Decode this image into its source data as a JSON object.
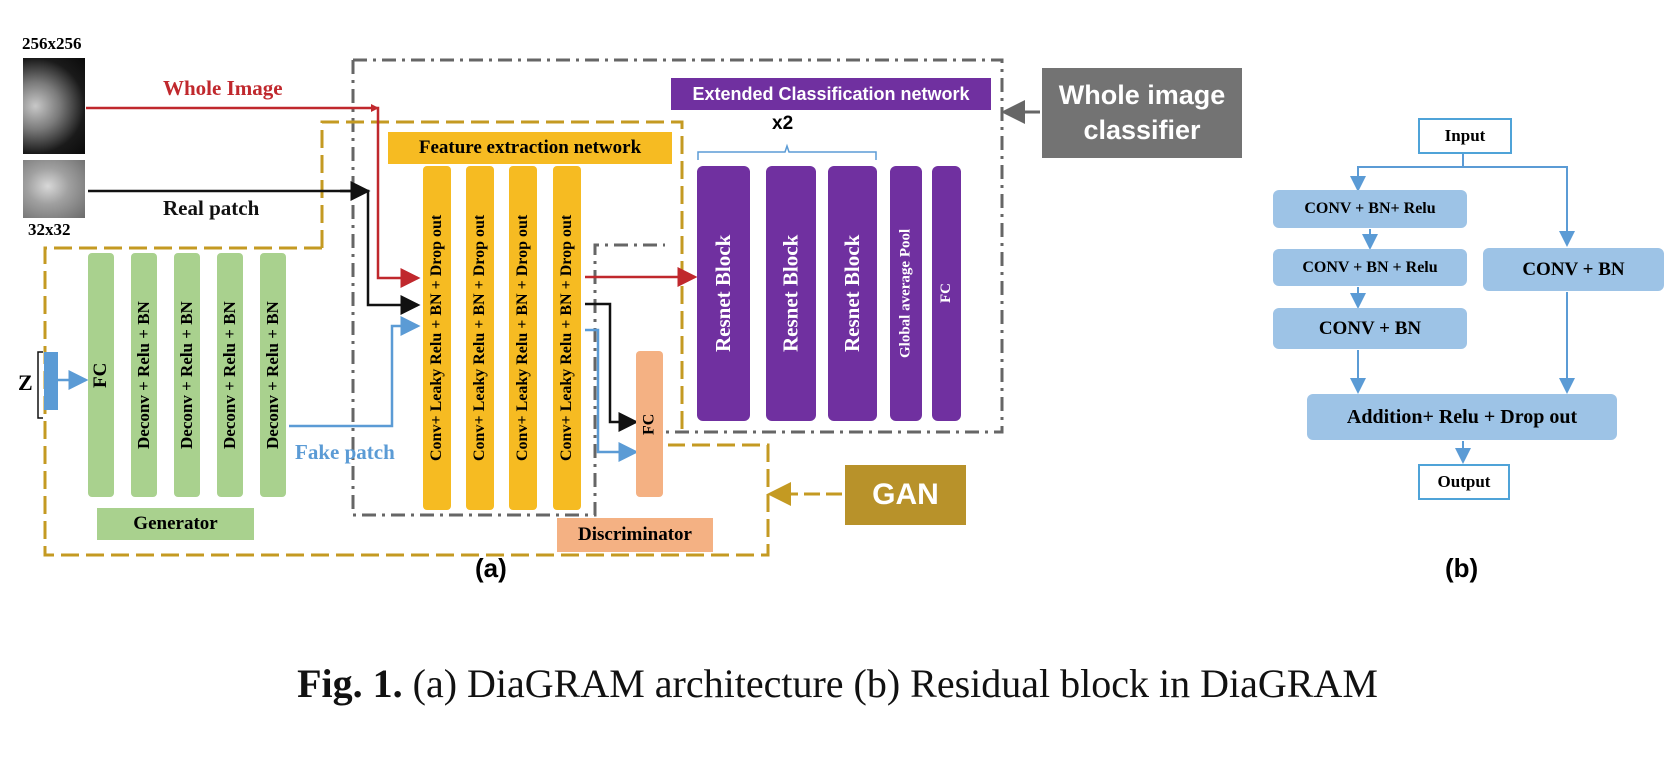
{
  "inputs": {
    "whole_size": "256x256",
    "patch_size": "32x32",
    "whole_image_label": "Whole Image",
    "real_patch_label": "Real patch",
    "fake_patch_label": "Fake patch",
    "z_label": "Z"
  },
  "generator": {
    "fc": "FC",
    "layers": [
      "Deconv + Relu + BN",
      "Deconv + Relu + BN",
      "Deconv + Relu + BN",
      "Deconv + Relu + BN"
    ],
    "label": "Generator"
  },
  "feature": {
    "title": "Feature extraction network",
    "layers": [
      "Conv+ Leaky Relu + BN + Drop out",
      "Conv+ Leaky Relu + BN + Drop out",
      "Conv+ Leaky Relu + BN + Drop out",
      "Conv+ Leaky Relu + BN + Drop out"
    ]
  },
  "classifier": {
    "title": "Extended Classification network",
    "repeat": "x2",
    "blocks": [
      "Resnet Block",
      "Resnet Block",
      "Resnet Block",
      "Global average Pool",
      "FC"
    ],
    "badge": "Whole image classifier"
  },
  "discriminator": {
    "fc": "FC",
    "label": "Discriminator"
  },
  "gan_label": "GAN",
  "panel_a": "(a)",
  "panel_b": "(b)",
  "residual": {
    "input": "Input",
    "b1": "CONV + BN+ Relu",
    "b2": "CONV + BN + Relu",
    "b3": "CONV + BN",
    "shortcut": "CONV + BN",
    "add": "Addition+ Relu + Drop out",
    "output": "Output"
  },
  "caption": {
    "prefix": "Fig. 1.",
    "text": " (a) DiaGRAM architecture (b) Residual block in DiaGRAM"
  },
  "colors": {
    "whole_arrow": "#c0282d",
    "fake_arrow": "#5b9bd5",
    "gan_border": "#c49a22",
    "classifier_purple": "#7030a0",
    "feature_yellow": "#f6bb22",
    "generator_green": "#a9d18e",
    "discriminator_orange": "#f4b183",
    "badge_gray": "#737373",
    "gan_badge": "#b8922a"
  }
}
